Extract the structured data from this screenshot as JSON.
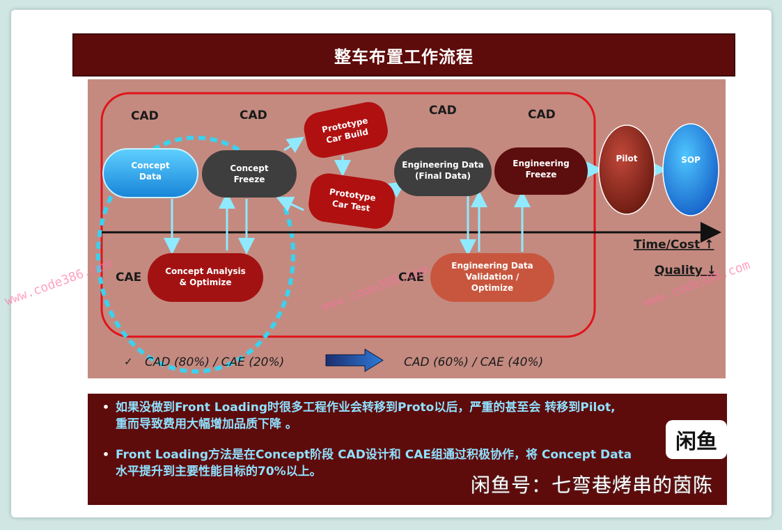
{
  "title": "整车布置工作流程",
  "labels": {
    "cad_1": "CAD",
    "cad_2": "CAD",
    "cad_3": "CAD",
    "cad_4": "CAD",
    "cae_1": "CAE",
    "cae_2": "CAE",
    "time_cost": "Time/Cost ↑",
    "quality": "Quality ↓"
  },
  "nodes": {
    "concept_data": [
      "Concept",
      "Data"
    ],
    "concept_freeze": [
      "Concept",
      "Freeze"
    ],
    "prototype_build": [
      "Prototype",
      "Car Build"
    ],
    "prototype_test": [
      "Prototype",
      "Car Test"
    ],
    "engineering_data": [
      "Engineering Data",
      "(Final Data)"
    ],
    "engineering_freeze": [
      "Engineering",
      "Freeze"
    ],
    "pilot": "Pilot",
    "sop": "SOP",
    "concept_analysis": [
      "Concept Analysis",
      "& Optimize"
    ],
    "engineering_validation": [
      "Engineering Data",
      "Validation /",
      "Optimize"
    ]
  },
  "ratio": {
    "check": "✓",
    "before": "CAD (80%) / CAE (20%)",
    "after": "CAD (60%) / CAE (40%)"
  },
  "bullets": [
    {
      "dot": "•",
      "line1": "如果没做到Front Loading时很多工程作业会转移到Proto以后，严重的甚至会 转移到Pilot,",
      "line2": "重而导致费用大幅增加品质下降 。"
    },
    {
      "dot": "•",
      "line1": "Front Loading方法是在Concept阶段  CAD设计和 CAE组通过积极协作，将 Concept Data",
      "line2": "水平提升到主要性能目标的70%以上。"
    }
  ],
  "watermark": {
    "logo": "闲鱼",
    "text": "闲鱼号：七弯巷烤串的茵陈",
    "url_1": "www.code386.com",
    "url_2": "www.code386.com",
    "url_3": "www.code386.com"
  },
  "colors": {
    "title_bg": "#5e0b0b",
    "diagram_bg": "#c48a80",
    "frame_red": "#e0141b",
    "cyan": "#3ad2f0",
    "dark_node": "#3e3e3e",
    "red_node": "#b01010",
    "bullet_text": "#8fe1ff"
  }
}
